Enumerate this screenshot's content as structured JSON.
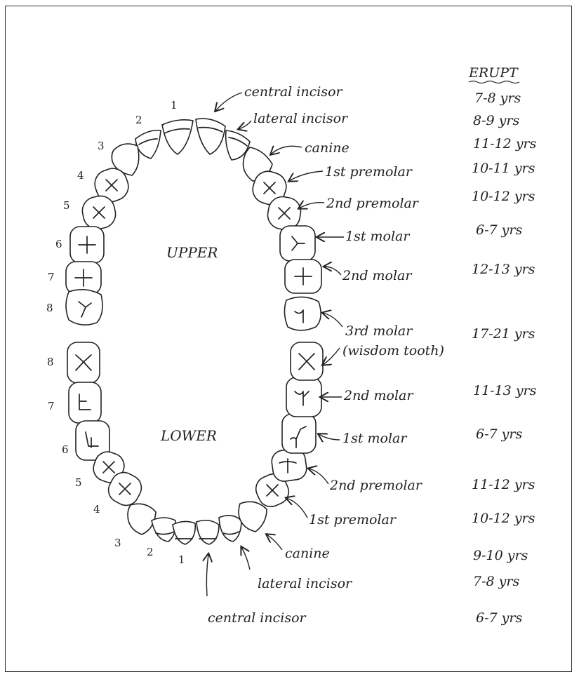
{
  "header": {
    "erupt": "ERUPT"
  },
  "arch": {
    "upper": "UPPER",
    "lower": "LOWER"
  },
  "upper": {
    "labels": [
      "central incisor",
      "lateral incisor",
      "canine",
      "1st premolar",
      "2nd premolar",
      "1st molar",
      "2nd molar",
      "3rd molar",
      "(wisdom tooth)"
    ],
    "erupt": [
      "7-8 yrs",
      "8-9 yrs",
      "11-12 yrs",
      "10-11 yrs",
      "10-12 yrs",
      "6-7 yrs",
      "12-13 yrs",
      "17-21 yrs"
    ],
    "numbers": [
      "1",
      "2",
      "3",
      "4",
      "5",
      "6",
      "7",
      "8"
    ]
  },
  "lower": {
    "labels": [
      "2nd molar",
      "1st molar",
      "2nd premolar",
      "1st premolar",
      "canine",
      "lateral incisor",
      "central incisor"
    ],
    "erupt": [
      "11-13 yrs",
      "6-7 yrs",
      "11-12 yrs",
      "10-12 yrs",
      "9-10 yrs",
      "7-8 yrs",
      "6-7 yrs"
    ],
    "numbers": [
      "8",
      "7",
      "6",
      "5",
      "4",
      "3",
      "2",
      "1"
    ]
  }
}
